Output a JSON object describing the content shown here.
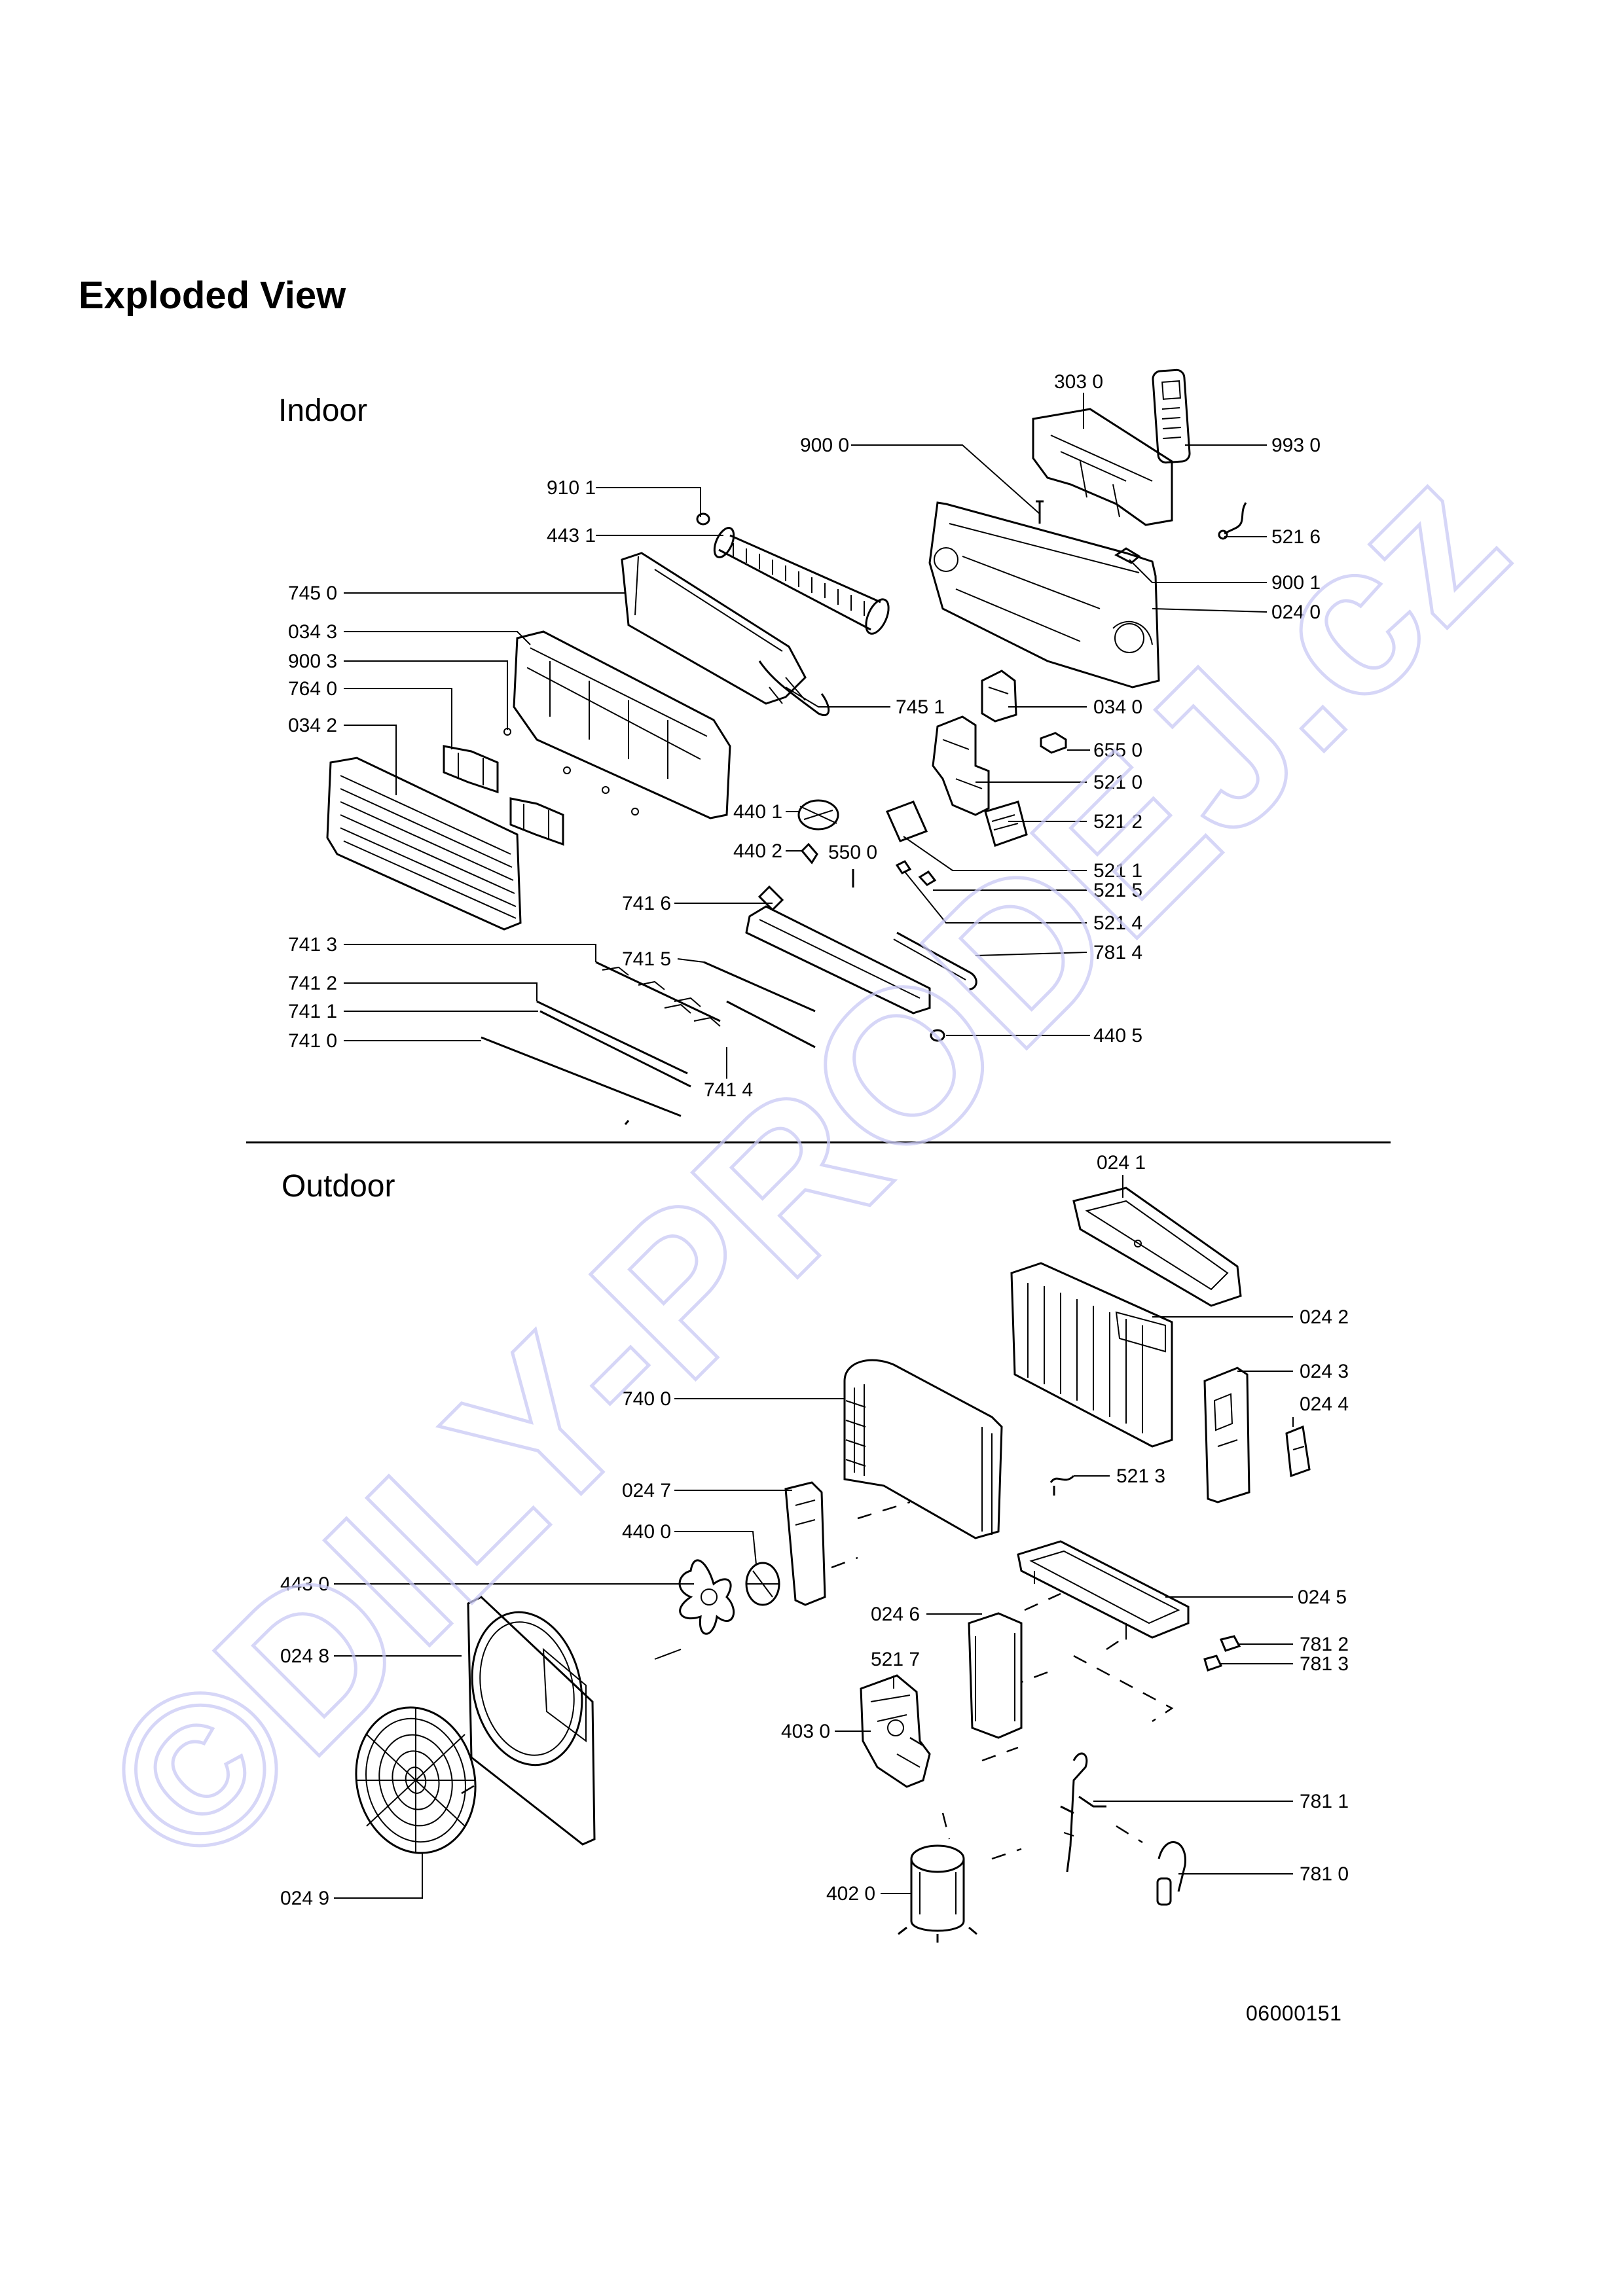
{
  "title": "Exploded View",
  "sections": {
    "indoor": "Indoor",
    "outdoor": "Outdoor"
  },
  "document_code": "06000151",
  "watermark": "©DILY-PRODEJ.cz",
  "indoor_labels": {
    "p303_0": "303 0",
    "p993_0": "993 0",
    "p900_0": "900 0",
    "p910_1": "910 1",
    "p443_1": "443 1",
    "p521_6": "521 6",
    "p900_1": "900 1",
    "p745_0": "745 0",
    "p024_0": "024 0",
    "p034_3": "034 3",
    "p900_3": "900 3",
    "p764_0": "764 0",
    "p745_1": "745 1",
    "p034_0": "034 0",
    "p034_2": "034 2",
    "p655_0": "655 0",
    "p521_0": "521 0",
    "p440_1": "440 1",
    "p521_2": "521 2",
    "p440_2": "440 2",
    "p550_0": "550 0",
    "p521_1": "521 1",
    "p521_5": "521 5",
    "p741_6": "741 6",
    "p521_4": "521 4",
    "p741_3": "741 3",
    "p741_5": "741 5",
    "p781_4": "781 4",
    "p741_2": "741 2",
    "p741_1": "741 1",
    "p741_0": "741 0",
    "p440_5": "440 5",
    "p741_4": "741 4"
  },
  "outdoor_labels": {
    "p024_1": "024 1",
    "p024_2": "024 2",
    "p024_3": "024 3",
    "p024_4": "024 4",
    "p740_0": "740 0",
    "p521_3": "521 3",
    "p024_7": "024 7",
    "p440_0": "440 0",
    "p443_0": "443 0",
    "p024_5": "024 5",
    "p024_8": "024 8",
    "p024_6": "024 6",
    "p781_2": "781 2",
    "p521_7": "521 7",
    "p781_3": "781 3",
    "p403_0": "403 0",
    "p781_1": "781 1",
    "p024_9": "024 9",
    "p402_0": "402 0",
    "p781_0": "781 0"
  },
  "colors": {
    "line": "#000000",
    "watermark": "#c9c9f5",
    "background": "#ffffff"
  }
}
